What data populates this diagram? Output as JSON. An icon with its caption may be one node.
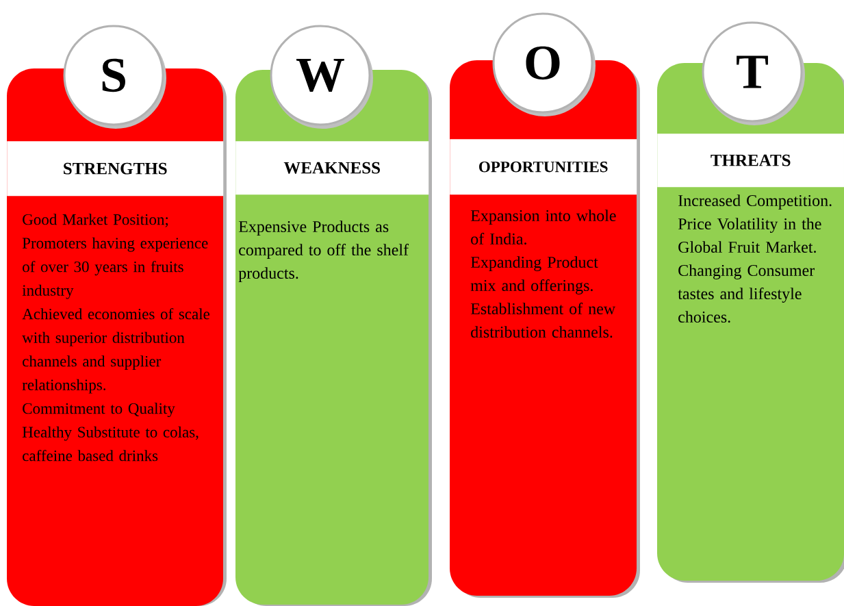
{
  "diagram": {
    "nodes": [
      {
        "text": [
          "STRENGTHS",
          "Good Market Position;",
          "Promoters having experience of over 30 years in fruits industry",
          "Achieved economies of scale with superior distribution channels and supplier relationships.",
          "Commitment to Quality",
          "Healthy Substitute to colas, caffeine based drinks"
        ]
      },
      {
        "text": [
          "WEAKNESS",
          "Expensive Products as compared to off the shelf products."
        ]
      },
      {
        "text": [
          "OPPORTUNITIES",
          "Expansion into whole of India.",
          "Expanding Product mix and offerings.",
          "Establishment of new distribution channels."
        ]
      },
      {
        "text": [
          "THREATS",
          "Increased Competition.",
          "Price Volatility in the Global Fruit Market.",
          "Changing Consumer tastes and lifestyle choices."
        ]
      },
      {
        "text": [
          "S"
        ]
      },
      {
        "text": [
          "W"
        ]
      },
      {
        "text": [
          "O"
        ]
      },
      {
        "text": [
          "T"
        ]
      }
    ],
    "edges": []
  }
}
